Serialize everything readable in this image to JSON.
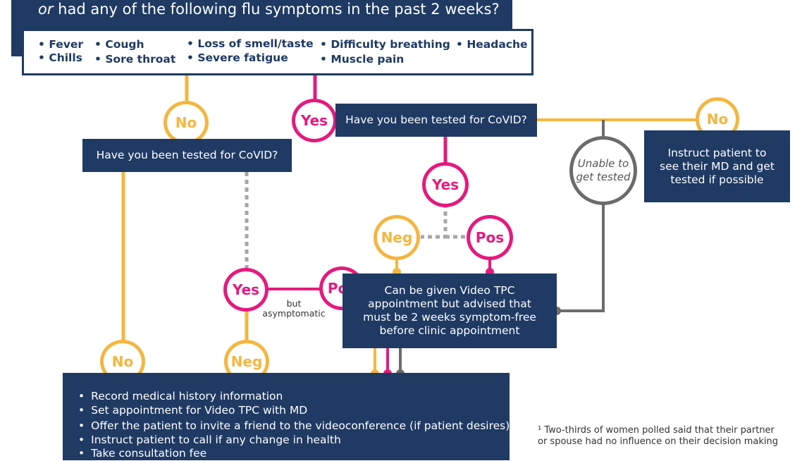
{
  "header": {
    "question_em": "or",
    "question_rest": " had any of the following flu symptoms in the past 2 weeks?"
  },
  "symptoms": {
    "fever": "Fever",
    "chills": "Chills",
    "cough": "Cough",
    "sore_throat": "Sore throat",
    "loss_smell": "Loss of smell/taste",
    "fatigue": "Severe fatigue",
    "breathing": "Difficulty breathing",
    "muscle": "Muscle pain",
    "headache": "Headache"
  },
  "nodes": {
    "no_top": "No",
    "yes_top": "Yes",
    "tested_left": "Have you been tested for CoVID?",
    "tested_right": "Have you been tested for CoVID?",
    "no_right": "No",
    "unable_line1": "Unable to",
    "unable_line2": "get tested",
    "instruct_line1": "Instruct patient to",
    "instruct_line2": "see their MD and get",
    "instruct_line3": "tested if possible",
    "yes_mid": "Yes",
    "neg_mid": "Neg",
    "pos_mid": "Pos",
    "yes_left": "Yes",
    "pos_left": "Pos",
    "but": "but",
    "asymptomatic": "asymptomatic",
    "video_line1": "Can be given Video TPC",
    "video_line2": "appointment but advised that",
    "video_line3": "must be 2 weeks  symptom-free",
    "video_line4": "before clinic appointment",
    "no_bottom": "No",
    "neg_bottom": "Neg"
  },
  "actions": [
    "Record medical history information",
    "Set appointment for Video TPC with MD",
    "Offer the patient to invite a friend to the videoconference (if patient desires)",
    "Instruct patient to call if any change in health",
    "Take consultation fee"
  ],
  "actions_footnote_mark": "1",
  "footnote": {
    "line1": "¹ Two-thirds of women polled said that their partner",
    "line2": "or spouse had no influence on their decision making"
  },
  "colors": {
    "navy": "#1f3a63",
    "yellow": "#f4b63f",
    "pink": "#e6197d",
    "gray": "#6b6b6b",
    "dotted": "#a6a6a6"
  }
}
